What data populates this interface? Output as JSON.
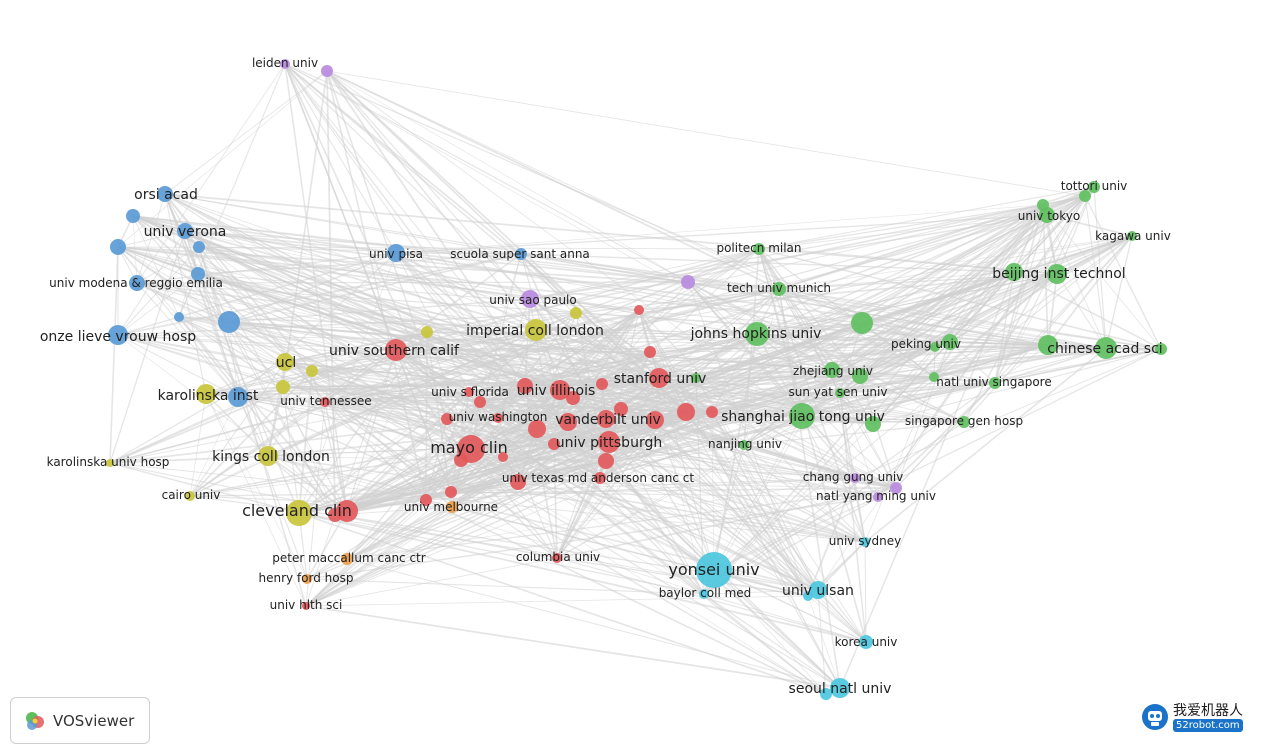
{
  "colors": {
    "red": "#e2595b",
    "green": "#5fbf5f",
    "blue": "#5a9ad6",
    "yellow": "#c9c43c",
    "purple": "#b98be0",
    "cyan": "#4cc7dd",
    "orange": "#f0a04a",
    "edge": "#cfcfcf"
  },
  "branding": {
    "tool_name": "VOSviewer",
    "watermark_cn": "我爱机器人",
    "watermark_url": "52robot.com"
  },
  "nodes": [
    {
      "label": "leiden univ",
      "cluster": "purple"
    },
    {
      "label": "orsi acad",
      "cluster": "blue"
    },
    {
      "label": "univ verona",
      "cluster": "blue"
    },
    {
      "label": "univ modena & reggio emilia",
      "cluster": "blue"
    },
    {
      "label": "onze lieve vrouw hosp",
      "cluster": "blue"
    },
    {
      "label": "univ pisa",
      "cluster": "blue"
    },
    {
      "label": "scuola super sant anna",
      "cluster": "blue"
    },
    {
      "label": "karolinska inst",
      "cluster": "blue"
    },
    {
      "label": "univ sao paulo",
      "cluster": "purple"
    },
    {
      "label": "imperial coll london",
      "cluster": "yellow"
    },
    {
      "label": "ucl",
      "cluster": "yellow"
    },
    {
      "label": "univ southern calif",
      "cluster": "red"
    },
    {
      "label": "univ tennessee",
      "cluster": "red"
    },
    {
      "label": "karolinska univ hosp",
      "cluster": "yellow"
    },
    {
      "label": "kings coll london",
      "cluster": "yellow"
    },
    {
      "label": "cairo univ",
      "cluster": "yellow"
    },
    {
      "label": "cleveland clin",
      "cluster": "yellow"
    },
    {
      "label": "univ s florida",
      "cluster": "red"
    },
    {
      "label": "univ illinois",
      "cluster": "red"
    },
    {
      "label": "univ washington",
      "cluster": "red"
    },
    {
      "label": "vanderbilt univ",
      "cluster": "red"
    },
    {
      "label": "stanford univ",
      "cluster": "red"
    },
    {
      "label": "mayo clin",
      "cluster": "red"
    },
    {
      "label": "univ pittsburgh",
      "cluster": "red"
    },
    {
      "label": "univ texas md anderson canc ct",
      "cluster": "red"
    },
    {
      "label": "univ melbourne",
      "cluster": "orange"
    },
    {
      "label": "peter maccallum canc ctr",
      "cluster": "orange"
    },
    {
      "label": "henry ford hosp",
      "cluster": "orange"
    },
    {
      "label": "univ hlth sci",
      "cluster": "red"
    },
    {
      "label": "columbia univ",
      "cluster": "red"
    },
    {
      "label": "yonsei univ",
      "cluster": "cyan"
    },
    {
      "label": "baylor coll med",
      "cluster": "cyan"
    },
    {
      "label": "univ ulsan",
      "cluster": "cyan"
    },
    {
      "label": "korea univ",
      "cluster": "cyan"
    },
    {
      "label": "seoul natl univ",
      "cluster": "cyan"
    },
    {
      "label": "univ sydney",
      "cluster": "cyan"
    },
    {
      "label": "chang gung univ",
      "cluster": "purple"
    },
    {
      "label": "natl yang ming univ",
      "cluster": "purple"
    },
    {
      "label": "johns hopkins univ",
      "cluster": "green"
    },
    {
      "label": "politecn milan",
      "cluster": "green"
    },
    {
      "label": "tech univ munich",
      "cluster": "green"
    },
    {
      "label": "zhejiang univ",
      "cluster": "green"
    },
    {
      "label": "sun yat sen univ",
      "cluster": "green"
    },
    {
      "label": "shanghai jiao tong univ",
      "cluster": "green"
    },
    {
      "label": "nanjing univ",
      "cluster": "green"
    },
    {
      "label": "peking univ",
      "cluster": "green"
    },
    {
      "label": "natl univ singapore",
      "cluster": "green"
    },
    {
      "label": "singapore gen hosp",
      "cluster": "green"
    },
    {
      "label": "chinese acad sci",
      "cluster": "green"
    },
    {
      "label": "beijing inst technol",
      "cluster": "green"
    },
    {
      "label": "univ tokyo",
      "cluster": "green"
    },
    {
      "label": "tottori univ",
      "cluster": "green"
    },
    {
      "label": "kagawa univ",
      "cluster": "green"
    }
  ]
}
